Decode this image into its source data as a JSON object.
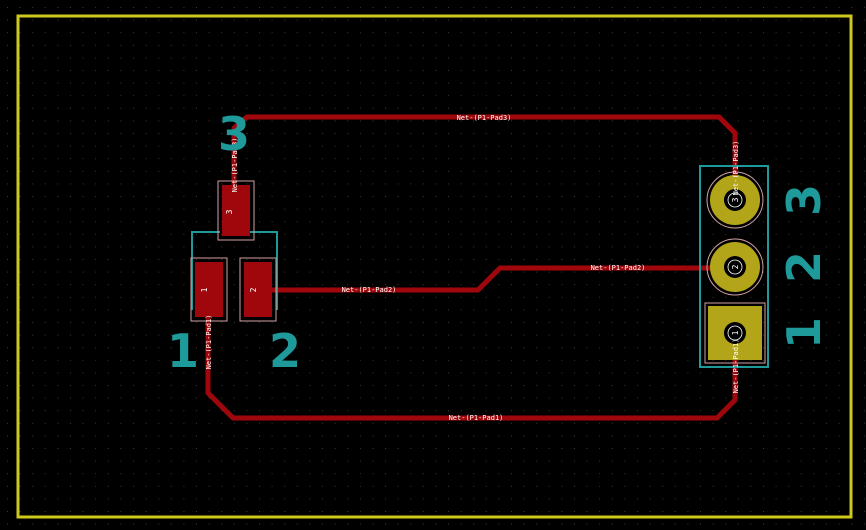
{
  "colors": {
    "background": "#000000",
    "board_outline": "#cfc81c",
    "grid_dot": "#3a3a3a",
    "copper": "#a0070c",
    "pad_outline": "#d4a2a2",
    "silkscreen": "#1f9a9a",
    "through_hole": "#b3a51a",
    "drill": "#ffffff"
  },
  "nets": {
    "pad1": "Net-(P1-Pad1)",
    "pad2": "Net-(P1-Pad2)",
    "pad3": "Net-(P1-Pad3)"
  },
  "smd_pads": {
    "pad1": "1",
    "pad2": "2",
    "pad3": "3"
  },
  "header_pads": {
    "pad1": "1",
    "pad2": "2",
    "pad3": "3"
  },
  "silk": {
    "smd_1": "1",
    "smd_2": "2",
    "smd_3": "3",
    "hdr_1": "1",
    "hdr_2": "2",
    "hdr_3": "3"
  }
}
